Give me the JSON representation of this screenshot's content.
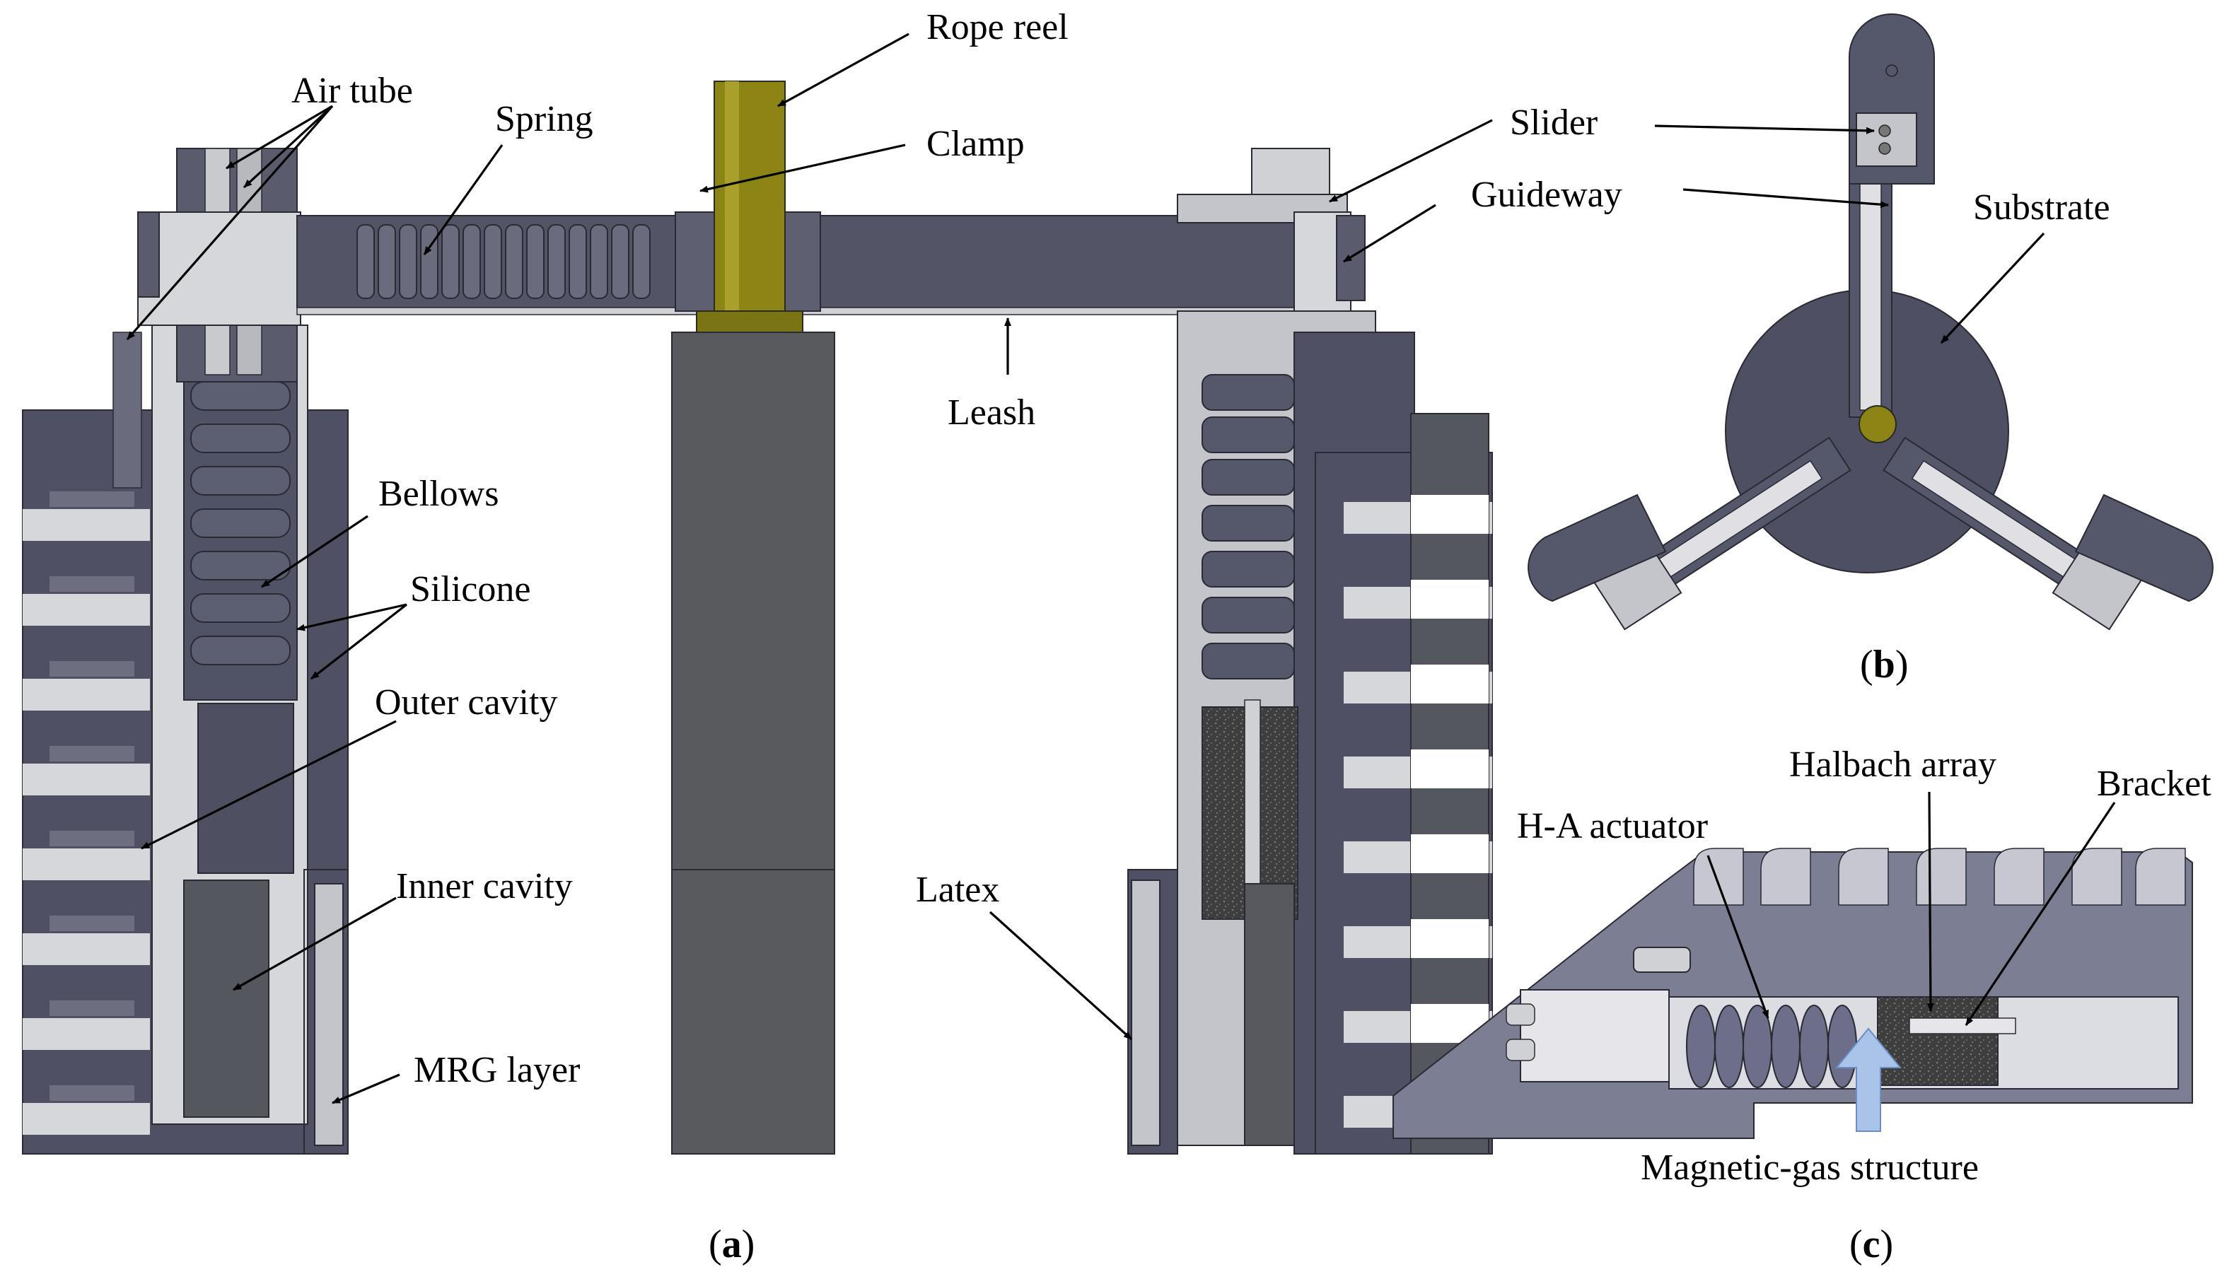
{
  "figure": {
    "labels": {
      "air_tube": "Air tube",
      "spring": "Spring",
      "rope_reel": "Rope reel",
      "clamp": "Clamp",
      "slider": "Slider",
      "guideway": "Guideway",
      "substrate": "Substrate",
      "leash": "Leash",
      "bellows": "Bellows",
      "silicone": "Silicone",
      "outer_cavity": "Outer cavity",
      "inner_cavity": "Inner cavity",
      "mrg_layer": "MRG layer",
      "latex": "Latex",
      "halbach_array": "Halbach array",
      "bracket": "Bracket",
      "ha_actuator": "H-A actuator",
      "magnetic_gas_structure": "Magnetic-gas structure"
    },
    "captions": {
      "a": {
        "open": "(",
        "letter": "a",
        "close": ")"
      },
      "b": {
        "open": "(",
        "letter": "b",
        "close": ")"
      },
      "c": {
        "open": "(",
        "letter": "c",
        "close": ")"
      }
    },
    "colors": {
      "dark_metal": "#4b4c5e",
      "mid_metal": "#5e6072",
      "light_gray": "#c4c5ca",
      "pale_gray": "#d9dadd",
      "rope_reel_olive": "#8c8516",
      "mrg_speckle": "#3a3a3a",
      "magnetic_arrow": "#a9c4e8"
    }
  }
}
